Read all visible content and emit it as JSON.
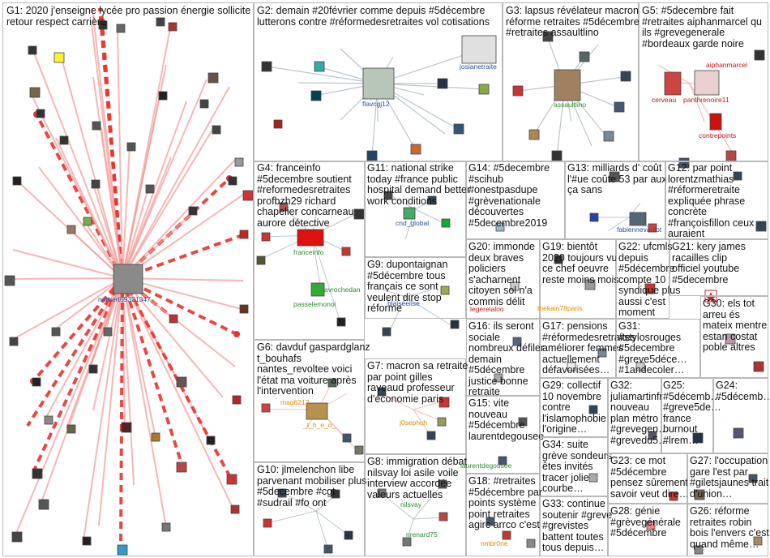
{
  "groups": [
    {
      "id": "G1",
      "text": "G1: 2020 j'enseigne lycée pro passion énergie sollicite\nretour respect carrière"
    },
    {
      "id": "G2",
      "text": "G2: demain #20février comme depuis #5décembre\nlutterons contre #réformedesretraites vol cotisations"
    },
    {
      "id": "G3",
      "text": "G3: lapsus révélateur macron\nréforme retraites #5décembre\n#retraites assaultlino"
    },
    {
      "id": "G5",
      "text": "G5: #5decembre fait\n#retraites aiphanmarcel qu\nils #grevegenerale\n#bordeaux garde noire"
    },
    {
      "id": "G4",
      "text": "G4: franceinfo\n#5decembre soutient\n#reformedesretraites\nprofbzh29 richard\nchapelier concarneau\naurore détective"
    },
    {
      "id": "G11",
      "text": "G11: national strike\ntoday #france public\nhospital demand better\nwork conditions"
    },
    {
      "id": "G14",
      "text": "G14: #5decembre\n#scihub\n#onestpasdupe\n#grèvenationale\ndécouvertes\n#5decembre2019"
    },
    {
      "id": "G13",
      "text": "G13: milliards d' coût\nl'#ue coûte 53 par aux\nça sans"
    },
    {
      "id": "G12",
      "text": "G12: par point\nlorentzmathias\n#réformeretraite\nexpliquée phrase\nconcrète\n#françoisfillon ceux\nauraient"
    },
    {
      "id": "G9",
      "text": "G9: dupontaignan\n#5décembre tous\nfrançais ce sont\nveulent dire stop\nréforme"
    },
    {
      "id": "G20",
      "text": "G20: immonde\ndeux braves\npoliciers\ns'acharnent\ncitoyen sol n'a\ncommis délit"
    },
    {
      "id": "G19",
      "text": "G19: bientôt\n2020 toujours vu\nce chef oeuvre\nreste moins mois"
    },
    {
      "id": "G22",
      "text": "G22: ufcmls\ndepuis\n#5décembre\ncompte 10\nsyndique plus\naussi c'est\nmoment"
    },
    {
      "id": "G21",
      "text": "G21: kery james\nracailles clip\nofficiel youtube\n#5decembre"
    },
    {
      "id": "G6",
      "text": "G6: davduf gaspardglanz\nt_bouhafs\nnantes_revoltee voici\nl'état ma voiture après\nl'intervention"
    },
    {
      "id": "G16",
      "text": "G16: ils seront\nsociale\nnombreux défiler\ndemain\n#5décembre\njustice bonne\nretraite"
    },
    {
      "id": "G17",
      "text": "G17: pensions\n#réformedesretraites\naméliorer femmes\nactuellement\ndéfavorisées…"
    },
    {
      "id": "G31",
      "text": "G31:\n#stylosrouges\n#5decembre\n#greve5déce…\n#1andecoler…"
    },
    {
      "id": "G30",
      "text": "G30: els tot\narreu és\nmateix mentre\nestan costat\npoble altres"
    },
    {
      "id": "G7",
      "text": "G7: macron sa retraite\npar point gilles\nraveaud professeur\nd'économie paris"
    },
    {
      "id": "G15",
      "text": "G15: vite\nnouveau\n#5décembre\nlaurentdegousee"
    },
    {
      "id": "G29",
      "text": "G29: collectif\n10 novembre\ncontre\nl'islamophobie\nl'origine…"
    },
    {
      "id": "G32",
      "text": "G32:\njuliamartinfr\nnouveau\nplan métro\n#grevegen…\n#grevedu5…"
    },
    {
      "id": "G25",
      "text": "G25:\n#5décemb…\n#greve5de…\nfrance\nburnout\n#lrem…"
    },
    {
      "id": "G24",
      "text": "G24:\n#5décemb…"
    },
    {
      "id": "G34",
      "text": "G34: suite\ngrève sondeurs\nêtes invités\ntracer jolie\ncourbe…"
    },
    {
      "id": "G10",
      "text": "G10: jlmelenchon libe\nparvenant mobiliser plus\n#5decembre #cgt\n#sudrail #fo ont"
    },
    {
      "id": "G8",
      "text": "G8: immigration débat\nnilsvay loi asile voile\ninterview accordée\nvaleurs actuelles"
    },
    {
      "id": "G23",
      "text": "G23: ce mot\n#5décembre\npensez sûrement\nsavoir veut dire…"
    },
    {
      "id": "G27",
      "text": "G27: l'occupation\ngare l'est par\n#giletsjaunes trait\nd'union…"
    },
    {
      "id": "G18",
      "text": "G18: #retraites\n#5décembre par\npoints système\npoint retraites\nagirc arrco c'est"
    },
    {
      "id": "G33",
      "text": "G33: continue\nsoutenir #greve\n#grevistes\nbattent toutes\ntous depuis…"
    },
    {
      "id": "G28",
      "text": "G28: génie\n#grèvegénérale\n#5décembre"
    },
    {
      "id": "G26",
      "text": "G26: réforme\nretraites robin\nbois l'envers c'est\nquand même…"
    }
  ],
  "node_labels": [
    {
      "id": "norbert",
      "text": "norbert69321347"
    },
    {
      "id": "josiane",
      "text": "josianetraite"
    },
    {
      "id": "flavcgj",
      "text": "flavcgj12"
    },
    {
      "id": "assault",
      "text": "assaultlino"
    },
    {
      "id": "cerveau",
      "text": "cerveau"
    },
    {
      "id": "panthre",
      "text": "panthrenoire11"
    },
    {
      "id": "aiphan",
      "text": "aiphanmarcel"
    },
    {
      "id": "contrep",
      "text": "contrepoints"
    },
    {
      "id": "cndglobal",
      "text": "cnd_global"
    },
    {
      "id": "fabienne",
      "text": "fabiennevaulot"
    },
    {
      "id": "franceinfo",
      "text": "franceinfo"
    },
    {
      "id": "avroche",
      "text": "avrochedan"
    },
    {
      "id": "passele",
      "text": "passelemonoi"
    },
    {
      "id": "blaise",
      "text": "blaiseelise"
    },
    {
      "id": "legere",
      "text": "legerelaloo"
    },
    {
      "id": "thekain",
      "text": "thekain78paris"
    },
    {
      "id": "mag",
      "text": "mag6212"
    },
    {
      "id": "theo",
      "text": "_t_h_e_o_"
    },
    {
      "id": "j0seph",
      "text": "j0sephch"
    },
    {
      "id": "laurentd",
      "text": "laurentdegousee"
    },
    {
      "id": "nilsvay",
      "text": "nilsvay"
    },
    {
      "id": "nrenard",
      "text": "nrenard75"
    },
    {
      "id": "nmbr",
      "text": "nmbr0ne"
    }
  ],
  "colors": {
    "cell_border": "#b9b9b9",
    "edge_red": "#e8332e",
    "edge_pink": "#f3a09b",
    "edge_gray": "#9fb0ba",
    "label_blue": "#2a4f9e",
    "label_green": "#2e8b2e",
    "label_red": "#c0161b",
    "label_orange": "#e38a00"
  }
}
